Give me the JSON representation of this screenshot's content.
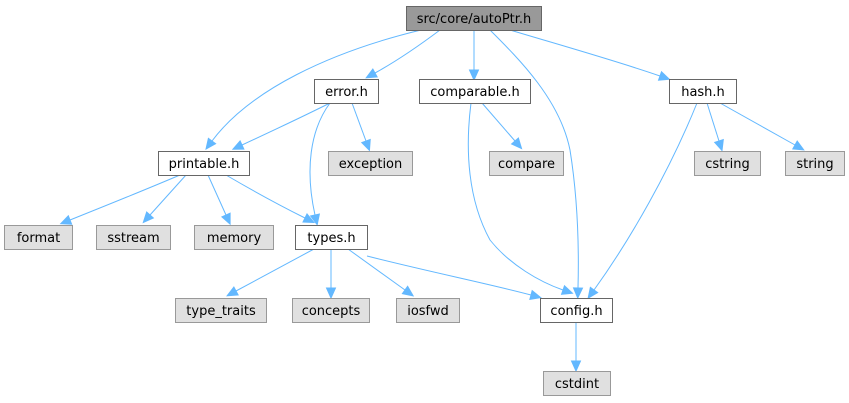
{
  "diagram": {
    "title": "src/core/autoPtr.h",
    "colors": {
      "root_fill": "#999999",
      "root_stroke": "#666666",
      "local_fill": "#ffffff",
      "local_stroke": "#666666",
      "system_fill": "#e0e0e0",
      "system_stroke": "#999999",
      "edge": "#63b8ff"
    },
    "nodes": [
      {
        "id": "autoPtr",
        "label": "src/core/autoPtr.h",
        "kind": "root"
      },
      {
        "id": "error",
        "label": "error.h",
        "kind": "local"
      },
      {
        "id": "comparable",
        "label": "comparable.h",
        "kind": "local"
      },
      {
        "id": "hash",
        "label": "hash.h",
        "kind": "local"
      },
      {
        "id": "printable",
        "label": "printable.h",
        "kind": "local"
      },
      {
        "id": "exception",
        "label": "exception",
        "kind": "system"
      },
      {
        "id": "compare",
        "label": "compare",
        "kind": "system"
      },
      {
        "id": "cstring",
        "label": "cstring",
        "kind": "system"
      },
      {
        "id": "string",
        "label": "string",
        "kind": "system"
      },
      {
        "id": "format",
        "label": "format",
        "kind": "system"
      },
      {
        "id": "sstream",
        "label": "sstream",
        "kind": "system"
      },
      {
        "id": "memory",
        "label": "memory",
        "kind": "system"
      },
      {
        "id": "types",
        "label": "types.h",
        "kind": "local"
      },
      {
        "id": "type_traits",
        "label": "type_traits",
        "kind": "system"
      },
      {
        "id": "concepts",
        "label": "concepts",
        "kind": "system"
      },
      {
        "id": "iosfwd",
        "label": "iosfwd",
        "kind": "system"
      },
      {
        "id": "config",
        "label": "config.h",
        "kind": "local"
      },
      {
        "id": "cstdint",
        "label": "cstdint",
        "kind": "system"
      }
    ],
    "edges": [
      {
        "from": "autoPtr",
        "to": "printable"
      },
      {
        "from": "autoPtr",
        "to": "error"
      },
      {
        "from": "autoPtr",
        "to": "comparable"
      },
      {
        "from": "autoPtr",
        "to": "config"
      },
      {
        "from": "autoPtr",
        "to": "hash"
      },
      {
        "from": "error",
        "to": "printable"
      },
      {
        "from": "error",
        "to": "types"
      },
      {
        "from": "error",
        "to": "exception"
      },
      {
        "from": "comparable",
        "to": "compare"
      },
      {
        "from": "comparable",
        "to": "config"
      },
      {
        "from": "hash",
        "to": "config"
      },
      {
        "from": "hash",
        "to": "cstring"
      },
      {
        "from": "hash",
        "to": "string"
      },
      {
        "from": "printable",
        "to": "format"
      },
      {
        "from": "printable",
        "to": "sstream"
      },
      {
        "from": "printable",
        "to": "memory"
      },
      {
        "from": "printable",
        "to": "types"
      },
      {
        "from": "types",
        "to": "type_traits"
      },
      {
        "from": "types",
        "to": "concepts"
      },
      {
        "from": "types",
        "to": "iosfwd"
      },
      {
        "from": "types",
        "to": "config"
      },
      {
        "from": "config",
        "to": "cstdint"
      }
    ]
  }
}
